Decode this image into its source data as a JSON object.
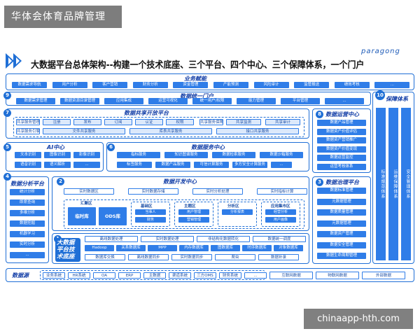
{
  "watermark_top": "华体会体育品牌管理",
  "watermark_bottom": "chinaapp-hth.com",
  "brand": "paragong",
  "title": "大数据平台总体架构--构建一个技术底座、三个平台、四个中心、三个保障体系，一个门户",
  "business": {
    "title": "业务赋能",
    "items": [
      "数据需求导航",
      "用户分析",
      "客户营销",
      "财务分析",
      "资金管理",
      "产能预测",
      "风险审计",
      "监管报送",
      "绩效考核",
      "..."
    ]
  },
  "portal": {
    "num": "9",
    "title": "数据统一门户",
    "items": [
      "数据需求管理",
      "数据资源目录管理",
      "应用集成",
      "运营可视化",
      "统一用户/权限",
      "能力管理",
      "平台管理",
      "..."
    ]
  },
  "sharing": {
    "num": "7",
    "title": "数据共享开放平台",
    "row1_label": "共享服务管理",
    "row1": [
      "注册",
      "发布",
      "订阅",
      "认证",
      "权限"
    ],
    "row1b_label": "共享服务保障",
    "row1b": [
      "共享监测",
      "共享审计"
    ],
    "row2_label": "共享服务引擎",
    "row2": [
      "文件共享服务",
      "库表共享服务",
      "接口共享服务"
    ]
  },
  "operation": {
    "num": "8",
    "title": "数据运营中心",
    "items": [
      "数据产品管理",
      "数据资产价值评估",
      "数据资产营销推广",
      "数据资产价值变现",
      "数据运营监控",
      "运营考核体系"
    ]
  },
  "ai": {
    "num": "5",
    "title": "AI中心",
    "items": [
      "文本识别",
      "图像识别",
      "影像识别",
      "语音识别",
      "语义解析",
      "..."
    ]
  },
  "service": {
    "num": "6",
    "title": "数据服务中心",
    "items": [
      "指标服务",
      "知识图谱服务",
      "数据检索服务",
      "数据沙箱服务",
      "标签服务",
      "数据产品服务",
      "可信计算服务",
      "多方安全计算服务",
      "..."
    ]
  },
  "analysis": {
    "num": "4",
    "title": "数据分析平台",
    "items": [
      "统计分析",
      "即席查询",
      "多维分析",
      "数据挖掘",
      "机器学习",
      "实时分析",
      "..."
    ]
  },
  "dev": {
    "num": "2",
    "title": "数据开发中心",
    "flow": [
      "实时数据区",
      "实时数据存储",
      "实时分析处理",
      "实时指标计算"
    ],
    "hub_label": "汇聚区",
    "hub_items": [
      "临时库",
      "ODS库"
    ],
    "zones": [
      {
        "title": "基础区",
        "items": [
          "当事人",
          "财务"
        ]
      },
      {
        "title": "主题区",
        "items": [
          "用户管理",
          "营销管理"
        ]
      },
      {
        "title": "分析区",
        "items": [
          "分析报表"
        ]
      },
      {
        "title": "应用集市区",
        "items": [
          "经营分析",
          "用户画像"
        ]
      }
    ]
  },
  "foundation": {
    "num": "1",
    "title": "大数据平台技术底座",
    "row1": [
      "离线数据处理",
      "实时数据处理",
      "非结构化数据转化",
      "数据统一调度"
    ],
    "row2": [
      "Hadoop",
      "关系数据库",
      "MPP",
      "内存数据库",
      "图数据库",
      "时序数据库",
      "对象数据库"
    ],
    "row3": [
      "数据库交换",
      "离线数据同步",
      "实时数据同步",
      "爬虫",
      "数据补录"
    ]
  },
  "governance": {
    "num": "3",
    "title": "数据治理平台",
    "items": [
      "数据标准管理",
      "元数据管理",
      "数据质量管理",
      "元数据管理",
      "数据资产管理",
      "数据安全管理",
      "数据生命周期管理"
    ]
  },
  "safeguard": {
    "num": "10",
    "title": "保障体系",
    "items": [
      "标准规范体系",
      "运维保障体系",
      "安全管理体系"
    ]
  },
  "sources": {
    "title": "数据源",
    "items": [
      "业务系统",
      "HR系统",
      "OA",
      "ERP",
      "主数据",
      "渠道系统",
      "三方OMS",
      "财务系统",
      "..."
    ],
    "external": [
      "互联网数据",
      "物联网数据",
      "外部数据"
    ]
  }
}
